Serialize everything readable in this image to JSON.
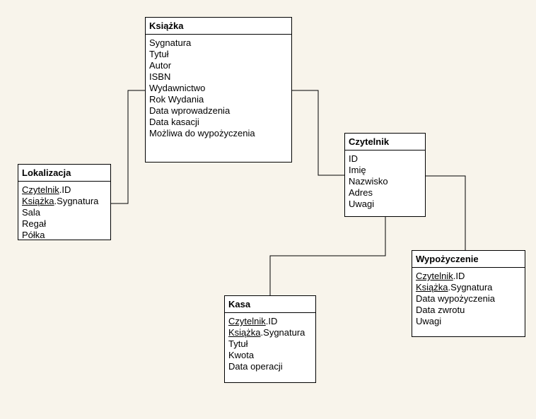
{
  "diagram": {
    "colors": {
      "background": "#f8f4eb",
      "box_fill": "#ffffff",
      "line": "#000000",
      "text": "#000000"
    },
    "entities": {
      "ksiazka": {
        "title": "Książka",
        "fields": [
          {
            "key": "",
            "rest": "Sygnatura"
          },
          {
            "key": "",
            "rest": "Tytuł"
          },
          {
            "key": "",
            "rest": "Autor"
          },
          {
            "key": "",
            "rest": "ISBN"
          },
          {
            "key": "",
            "rest": "Wydawnictwo"
          },
          {
            "key": "",
            "rest": "Rok Wydania"
          },
          {
            "key": "",
            "rest": "Data wprowadzenia"
          },
          {
            "key": "",
            "rest": "Data kasacji"
          },
          {
            "key": "",
            "rest": "Możliwa do wypożyczenia"
          }
        ]
      },
      "czytelnik": {
        "title": "Czytelnik",
        "fields": [
          {
            "key": "",
            "rest": "ID"
          },
          {
            "key": "",
            "rest": "Imię"
          },
          {
            "key": "",
            "rest": "Nazwisko"
          },
          {
            "key": "",
            "rest": "Adres"
          },
          {
            "key": "",
            "rest": "Uwagi"
          }
        ]
      },
      "lokalizacja": {
        "title": "Lokalizacja",
        "fields": [
          {
            "key": "Czytelnik",
            "rest": ".ID"
          },
          {
            "key": "Książka",
            "rest": ".Sygnatura"
          },
          {
            "key": "",
            "rest": "Sala"
          },
          {
            "key": "",
            "rest": "Regał"
          },
          {
            "key": "",
            "rest": "Półka"
          }
        ]
      },
      "kasa": {
        "title": "Kasa",
        "fields": [
          {
            "key": "Czytelnik",
            "rest": ".ID"
          },
          {
            "key": "Książka",
            "rest": ".Sygnatura"
          },
          {
            "key": "",
            "rest": "Tytuł"
          },
          {
            "key": "",
            "rest": "Kwota"
          },
          {
            "key": "",
            "rest": "Data operacji"
          }
        ]
      },
      "wypozyczenie": {
        "title": "Wypożyczenie",
        "fields": [
          {
            "key": "Czytelnik",
            "rest": ".ID"
          },
          {
            "key": "Książka",
            "rest": ".Sygnatura"
          },
          {
            "key": "",
            "rest": "Data wypożyczenia"
          },
          {
            "key": "",
            "rest": "Data zwrotu"
          },
          {
            "key": "",
            "rest": "Uwagi"
          }
        ]
      }
    },
    "connections": [
      {
        "from": "Książka",
        "to": "Lokalizacja"
      },
      {
        "from": "Książka",
        "to": "Czytelnik"
      },
      {
        "from": "Czytelnik",
        "to": "Wypożyczenie"
      },
      {
        "from": "Czytelnik",
        "to": "Kasa"
      }
    ]
  }
}
